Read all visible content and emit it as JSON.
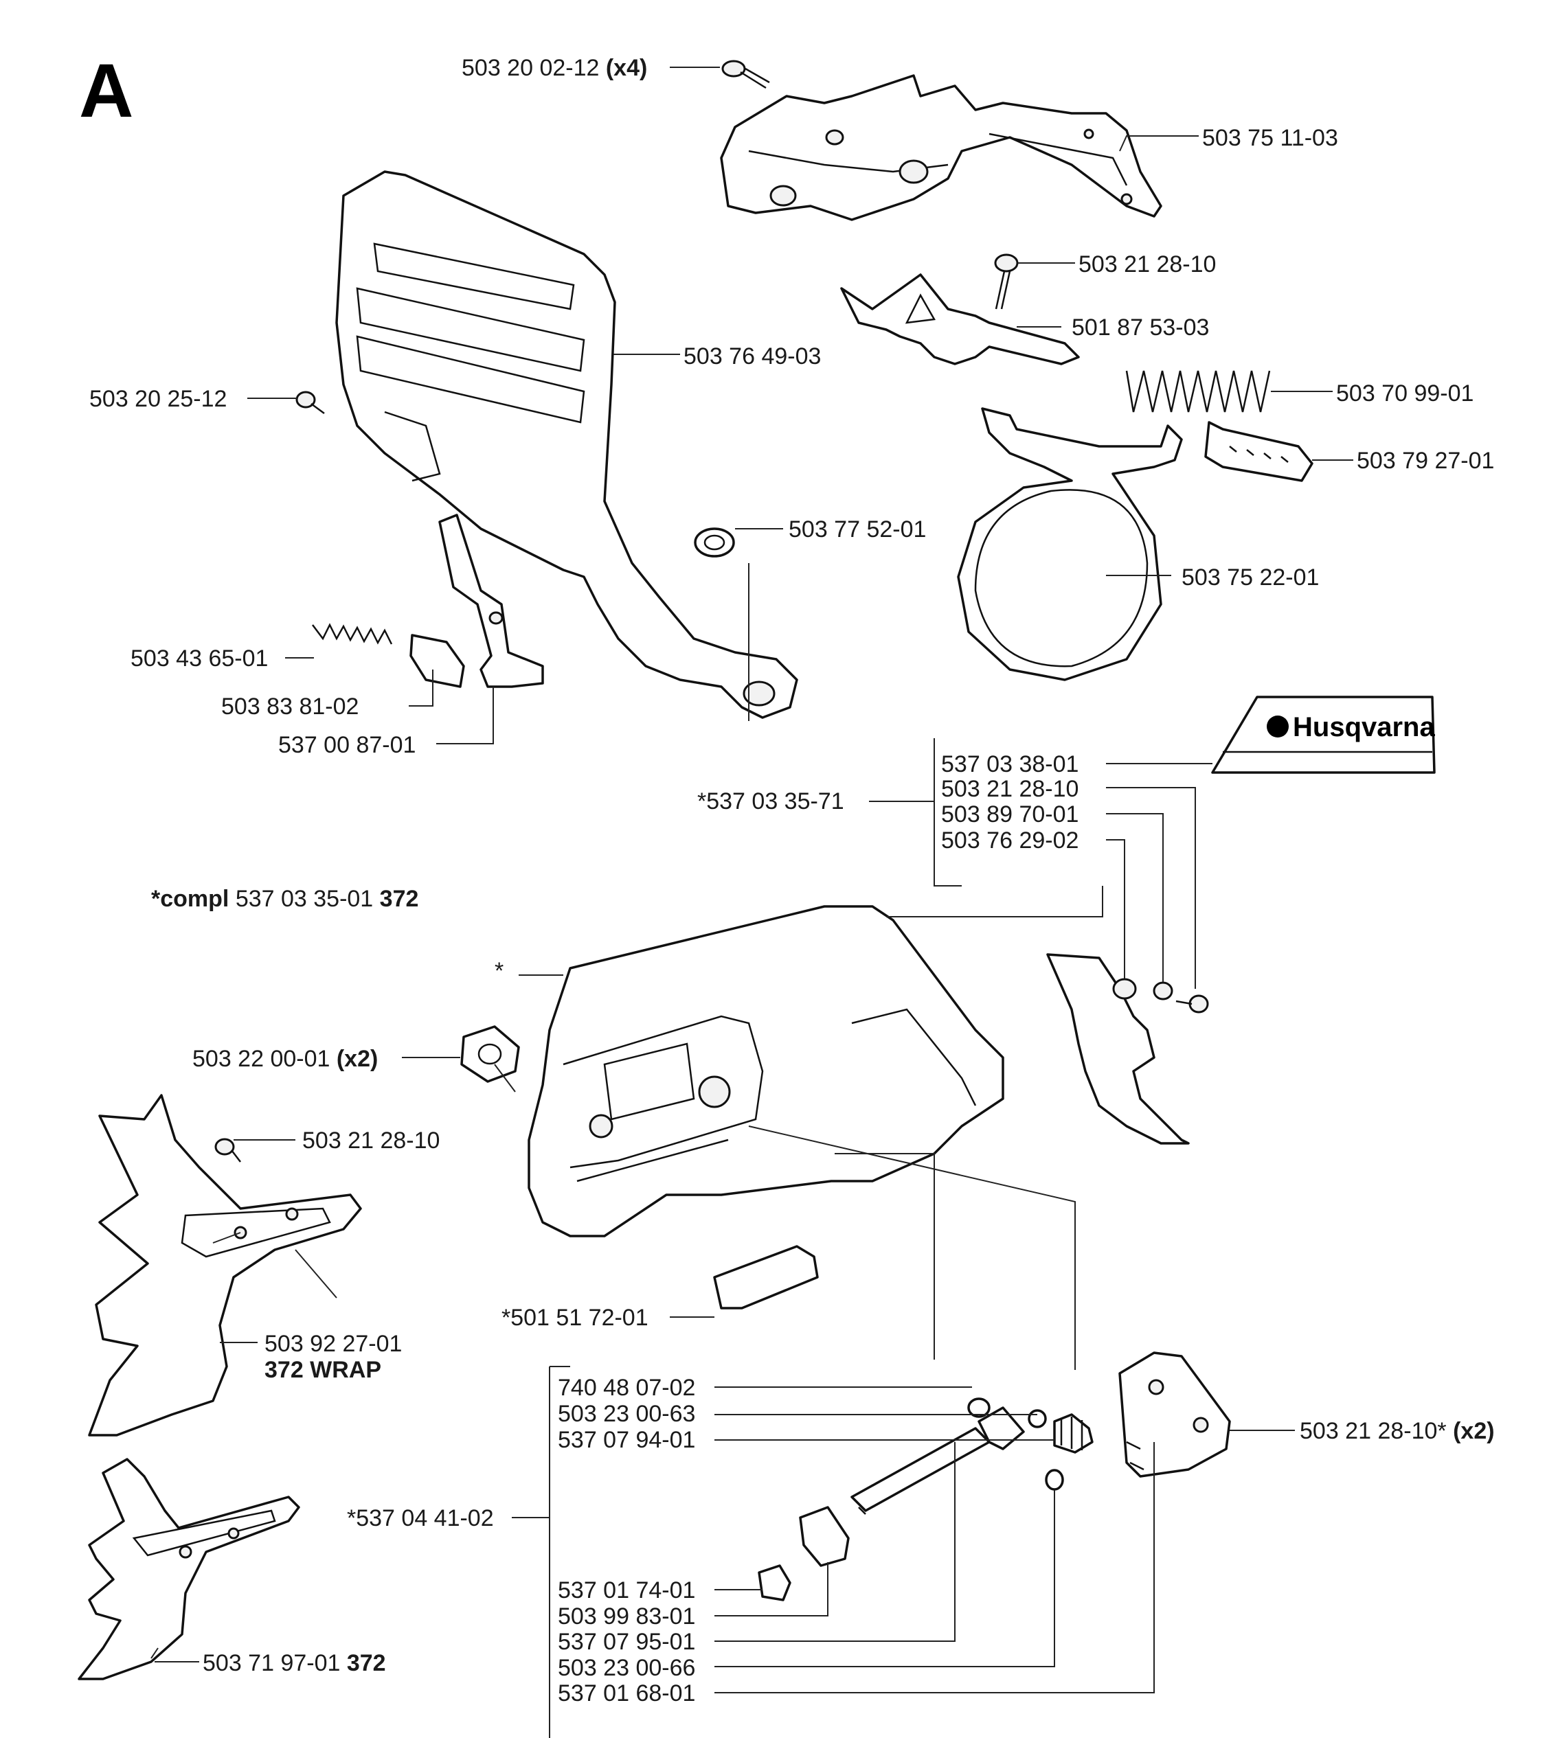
{
  "section": "A",
  "brand": {
    "name": "Husqvarna",
    "icon": "husqvarna-crown-logo"
  },
  "note_compl": {
    "prefix": "*compl",
    "part": "537 03 35-01",
    "model": "372"
  },
  "labels": {
    "p_503_20_02_12": {
      "part": "503 20 02-12",
      "qty": "(x4)"
    },
    "p_503_75_11_03": {
      "part": "503 75 11-03"
    },
    "p_503_21_28_10_a": {
      "part": "503 21 28-10"
    },
    "p_501_87_53_03": {
      "part": "501 87 53-03"
    },
    "p_503_76_49_03": {
      "part": "503 76 49-03"
    },
    "p_503_70_99_01": {
      "part": "503 70 99-01"
    },
    "p_503_20_25_12": {
      "part": "503 20 25-12"
    },
    "p_503_79_27_01": {
      "part": "503 79 27-01"
    },
    "p_503_77_52_01": {
      "part": "503 77 52-01"
    },
    "p_503_75_22_01": {
      "part": "503 75 22-01"
    },
    "p_503_43_65_01": {
      "part": "503 43 65-01"
    },
    "p_503_83_81_02": {
      "part": "503 83 81-02"
    },
    "p_537_00_87_01": {
      "part": "537 00 87-01"
    },
    "p_537_03_35_71": {
      "part": "*537 03 35-71"
    },
    "p_537_03_38_01": {
      "part": "537 03 38-01"
    },
    "p_503_21_28_10_b": {
      "part": "503 21 28-10"
    },
    "p_503_89_70_01": {
      "part": "503 89 70-01"
    },
    "p_503_76_29_02": {
      "part": "503 76 29-02"
    },
    "p_star": {
      "part": "*"
    },
    "p_503_22_00_01": {
      "part": "503 22 00-01",
      "qty": "(x2)"
    },
    "p_503_21_28_10_c": {
      "part": "503 21 28-10"
    },
    "p_503_92_27_01": {
      "part": "503 92 27-01",
      "note": "372 WRAP"
    },
    "p_501_51_72_01": {
      "part": "*501 51 72-01"
    },
    "p_740_48_07_02": {
      "part": "740 48 07-02"
    },
    "p_503_23_00_63": {
      "part": "503 23 00-63"
    },
    "p_537_07_94_01": {
      "part": "537 07 94-01"
    },
    "p_503_21_28_10_d": {
      "part": "503 21 28-10*",
      "qty": "(x2)"
    },
    "p_537_04_41_02": {
      "part": "*537 04 41-02"
    },
    "p_537_01_74_01": {
      "part": "537 01 74-01"
    },
    "p_503_99_83_01": {
      "part": "503 99 83-01"
    },
    "p_537_07_95_01": {
      "part": "537 07 95-01"
    },
    "p_503_23_00_66": {
      "part": "503 23 00-66"
    },
    "p_537_01_68_01": {
      "part": "537 01 68-01"
    },
    "p_503_71_97_01": {
      "part": "503 71 97-01",
      "model": "372"
    }
  }
}
